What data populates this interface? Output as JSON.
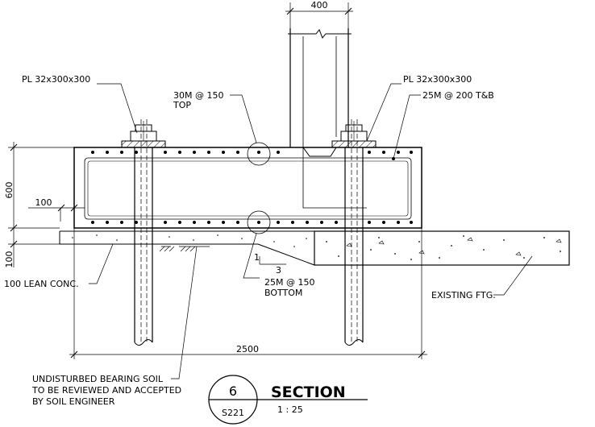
{
  "drawing": {
    "column_width_dim": "400",
    "plate_left": "PL 32x300x300",
    "plate_right": "PL 32x300x300",
    "top_bars_line1": "30M @ 150",
    "top_bars_line2": "TOP",
    "side_bars": "25M @ 200 T&B",
    "depth_dim": "600",
    "cover_dim": "100",
    "lean_conc_dim": "100",
    "lean_conc_label": "100 LEAN CONC.",
    "slope_rise": "1",
    "slope_run": "3",
    "bottom_bars_line1": "25M @ 150",
    "bottom_bars_line2": "BOTTOM",
    "existing_ftg_label": "EXISTING FTG.",
    "width_dim": "2500",
    "soil_note_line1": "UNDISTURBED BEARING SOIL",
    "soil_note_line2": "TO BE REVIEWED AND ACCEPTED",
    "soil_note_line3": "BY SOIL ENGINEER",
    "detail_number": "6",
    "sheet_number": "S221",
    "title": "SECTION",
    "scale": "1 : 25"
  }
}
